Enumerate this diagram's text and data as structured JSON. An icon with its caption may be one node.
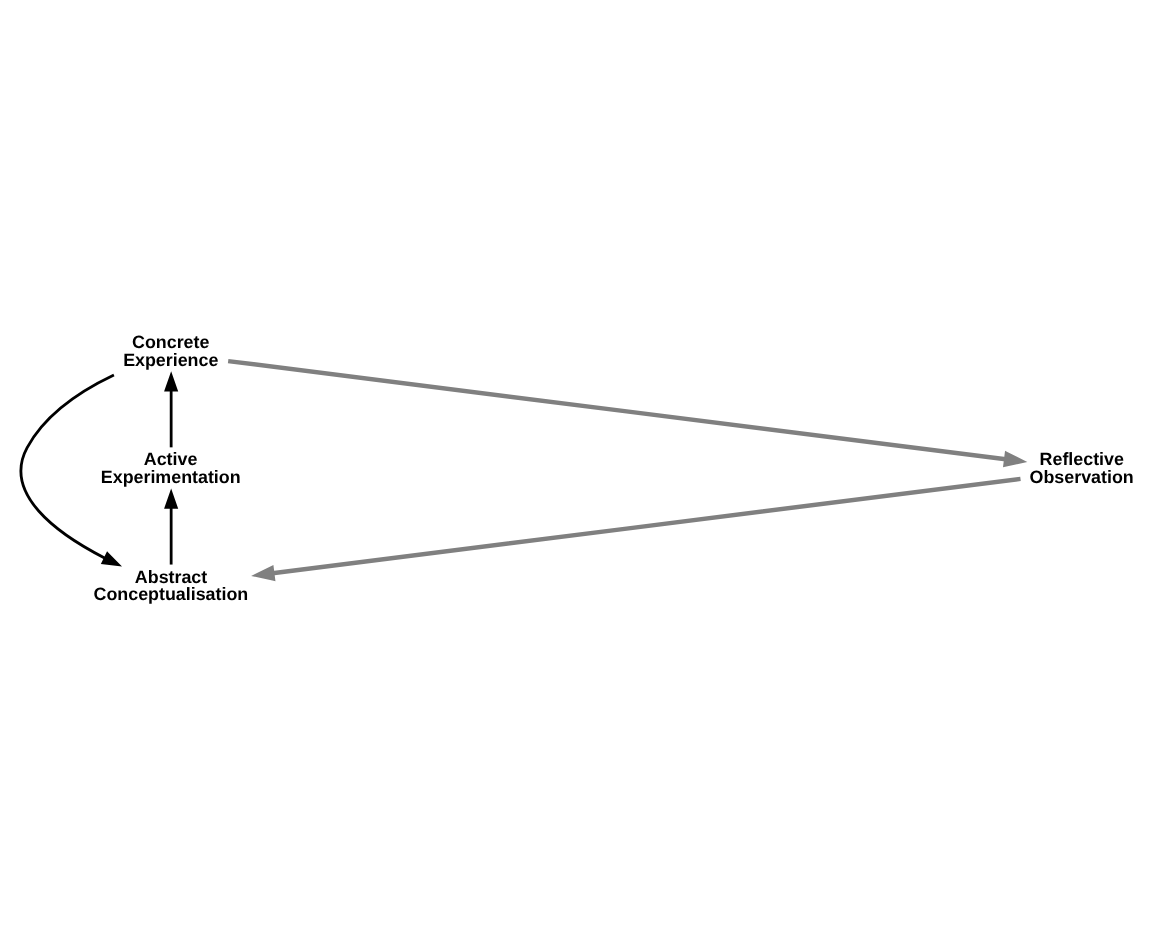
{
  "diagram": {
    "nodes": [
      {
        "text": [
          "Concrete Experience"
        ]
      },
      {
        "text": [
          "Reflective Observation"
        ]
      },
      {
        "text": [
          "Abstract Conceptualisation"
        ]
      },
      {
        "text": [
          "Active Experimentation"
        ]
      }
    ],
    "edges": [
      {
        "from": 0,
        "to": 2,
        "arrow": "to"
      },
      {
        "from": 0,
        "to": 1,
        "arrow": "to",
        "color": "#808080"
      },
      {
        "from": 1,
        "to": 2,
        "arrow": "to",
        "color": "#808080"
      },
      {
        "from": 2,
        "to": 3,
        "arrow": "to"
      },
      {
        "from": 3,
        "to": 0,
        "arrow": "to"
      }
    ]
  }
}
